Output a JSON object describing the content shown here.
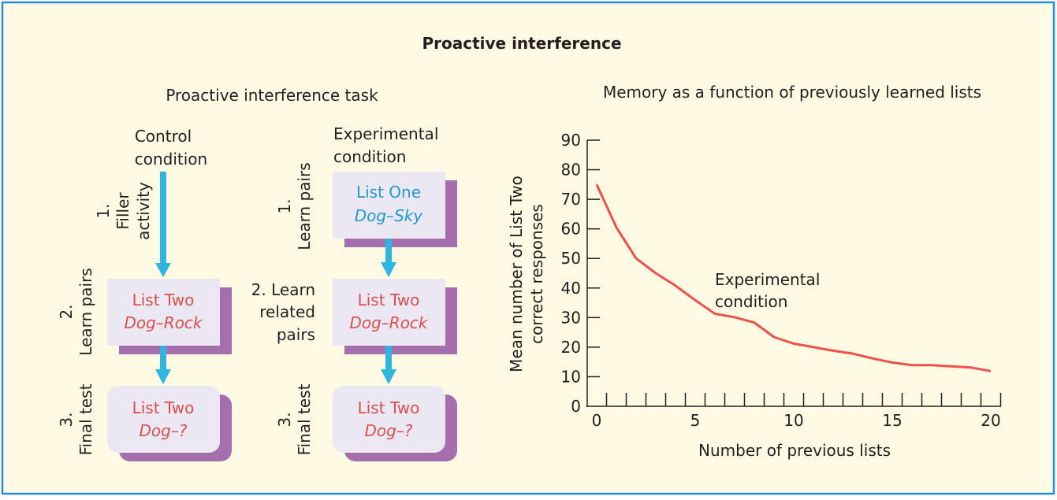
{
  "title": "Proactive interference",
  "task": {
    "title": "Proactive interference task",
    "control": {
      "heading": [
        "Control",
        "condition"
      ],
      "step1": [
        "1.",
        "Filler",
        "activity"
      ],
      "step2": [
        "2.",
        "Learn pairs"
      ],
      "step3": [
        "3.",
        "Final test"
      ],
      "box2": {
        "line1": "List Two",
        "line2": "Dog–Rock"
      },
      "box3": {
        "line1": "List Two",
        "line2": "Dog–?"
      }
    },
    "experimental": {
      "heading": [
        "Experimental",
        "condition"
      ],
      "step1": [
        "1.",
        "Learn pairs"
      ],
      "step2": [
        "2. Learn",
        "related",
        "pairs"
      ],
      "step3": [
        "3.",
        "Final test"
      ],
      "box1": {
        "line1": "List One",
        "line2": "Dog–Sky"
      },
      "box2": {
        "line1": "List Two",
        "line2": "Dog–Rock"
      },
      "box3": {
        "line1": "List Two",
        "line2": "Dog–?"
      }
    }
  },
  "colors": {
    "border": "#2a8fd0",
    "background": "#fffae3",
    "box": "#ebe8f3",
    "shadow": "#a46fac",
    "arrow": "#2fb6e0",
    "line": "#f04f4a"
  },
  "chart_data": {
    "type": "line",
    "title": "Memory as a function of previously learned lists",
    "xlabel": "Number of previous lists",
    "ylabel": [
      "Mean number of List Two",
      "correct responses"
    ],
    "xlim": [
      0,
      20
    ],
    "ylim": [
      0,
      90
    ],
    "xticks": [
      0,
      5,
      10,
      15,
      20
    ],
    "yticks": [
      0,
      10,
      20,
      30,
      40,
      50,
      60,
      70,
      80,
      90
    ],
    "grid": false,
    "annotation": [
      "Experimental",
      "condition"
    ],
    "series": [
      {
        "name": "Experimental condition",
        "x": [
          0,
          1,
          2,
          3,
          4,
          5,
          6,
          7,
          8,
          9,
          10,
          11,
          12,
          13,
          14,
          15,
          16,
          17,
          18,
          19,
          20
        ],
        "y": [
          75,
          60.5,
          50,
          45,
          40.8,
          35.9,
          31.3,
          30.1,
          28.3,
          23.4,
          21.2,
          20,
          18.8,
          17.8,
          16.2,
          14.8,
          13.9,
          13.9,
          13.5,
          13.1,
          11.9
        ]
      }
    ]
  }
}
